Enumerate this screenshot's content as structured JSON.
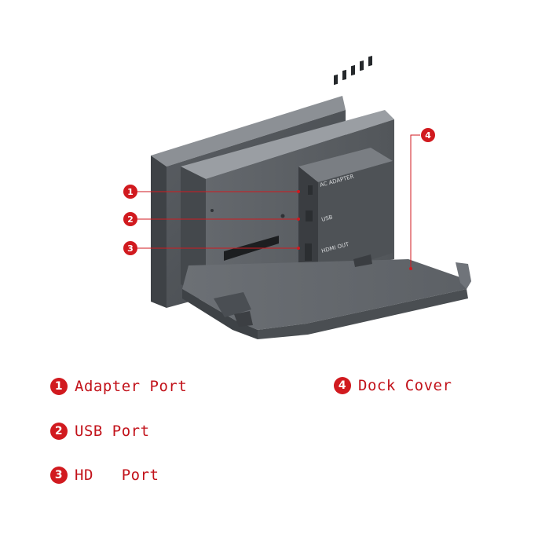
{
  "accent_color": "#d11a1f",
  "port_labels": {
    "adapter": "AC ADAPTER",
    "usb": "USB",
    "hdmi": "HDMI OUT"
  },
  "callouts": [
    {
      "number": "1",
      "label": "Adapter Port"
    },
    {
      "number": "2",
      "label": "USB Port"
    },
    {
      "number": "3",
      "label": "HD   Port"
    },
    {
      "number": "4",
      "label": "Dock Cover"
    }
  ]
}
